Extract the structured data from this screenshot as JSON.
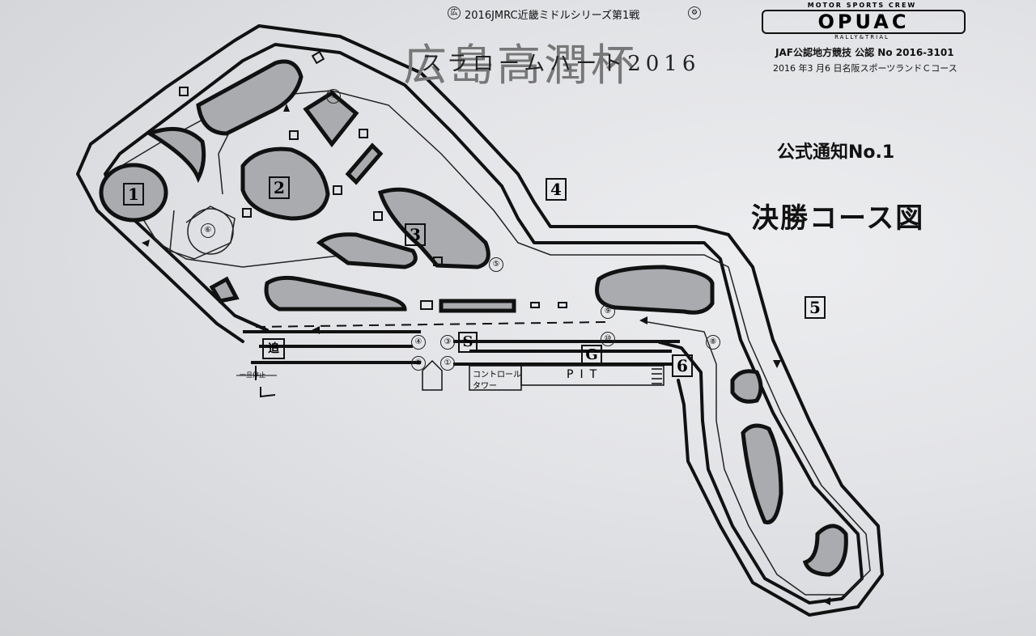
{
  "header": {
    "series": "2016JMRC近畿ミドルシリーズ第1戦",
    "title_big": "広島高潤杯",
    "title_sub": "スラロームハート2016",
    "jaf": "JAF公認地方競技 公認 No 2016-3101",
    "date_venue": "2016 年3 月6 日名阪スポーツランドＣコース",
    "notice": "公式通知No.1",
    "course_title": "決勝コース図"
  },
  "logo": {
    "top": "MOTOR SPORTS CREW",
    "main": "OPUAC",
    "bottom": "RALLY&TRIAL"
  },
  "sections": [
    "1",
    "2",
    "3",
    "4",
    "5",
    "6"
  ],
  "markers": [
    "①",
    "②",
    "③",
    "④",
    "⑤",
    "⑥",
    "⑦",
    "⑧",
    "⑨",
    "⑩"
  ],
  "labels": {
    "start": "S",
    "goal": "G",
    "chase": "追",
    "pit": "PIT",
    "control_tower_1": "コントロール",
    "control_tower_2": "タワー",
    "stop": "一旦停止"
  },
  "colors": {
    "ink": "#111111",
    "fill": "#a9abaf",
    "paper": "#e6e7ea"
  }
}
